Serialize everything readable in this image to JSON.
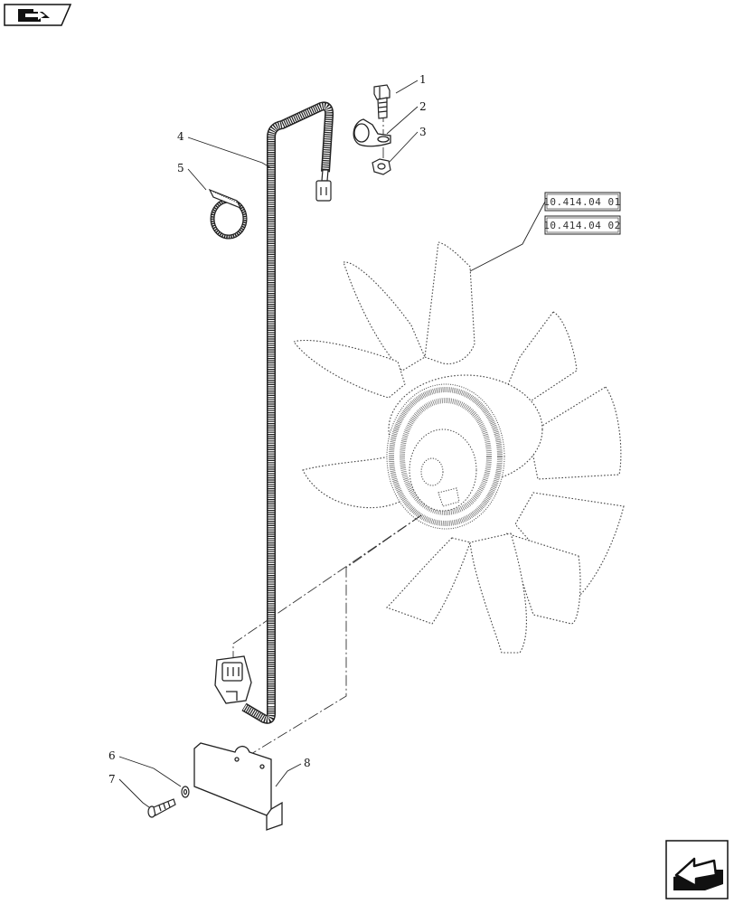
{
  "callouts": [
    {
      "id": 1,
      "label": "1"
    },
    {
      "id": 2,
      "label": "2"
    },
    {
      "id": 3,
      "label": "3"
    },
    {
      "id": 4,
      "label": "4"
    },
    {
      "id": 5,
      "label": "5"
    },
    {
      "id": 6,
      "label": "6"
    },
    {
      "id": 7,
      "label": "7"
    },
    {
      "id": 8,
      "label": "8"
    }
  ],
  "references": [
    {
      "label": "10.414.04 01"
    },
    {
      "label": "10.414.04 02"
    }
  ],
  "icons": {
    "top_left": "folder-arrow-icon",
    "bottom_right": "next-page-arrow-icon"
  },
  "colors": {
    "line": "#222222",
    "dotted": "#444444"
  }
}
